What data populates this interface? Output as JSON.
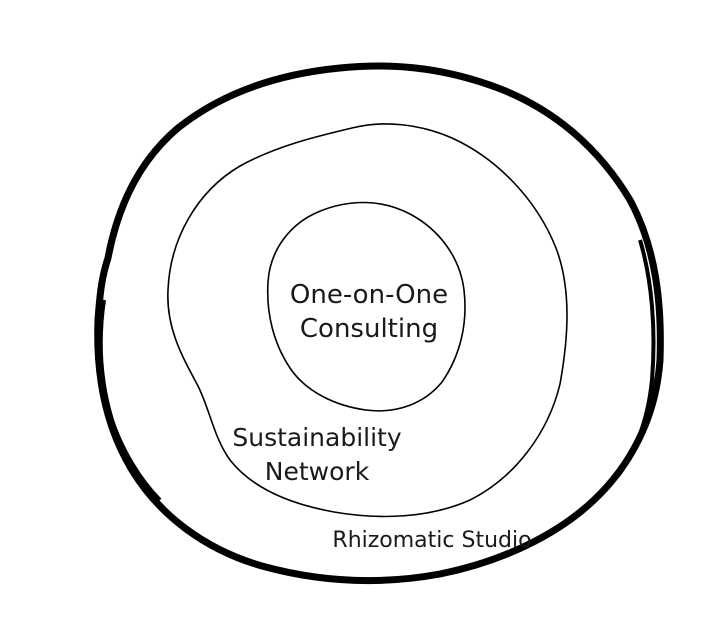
{
  "diagram": {
    "rings": {
      "inner": {
        "line1": "One-on-One",
        "line2": "Consulting"
      },
      "middle": {
        "line1": "Sustainability",
        "line2": "Network"
      },
      "outer": {
        "line1": "Rhizomatic Studio"
      }
    },
    "stroke_color": "#000000",
    "background_color": "#ffffff"
  }
}
